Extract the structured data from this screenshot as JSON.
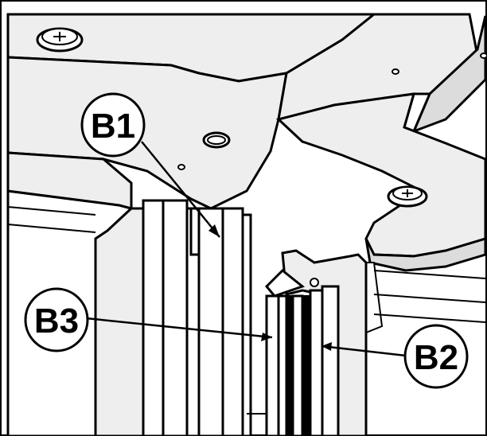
{
  "callouts": {
    "b1": "B1",
    "b2": "B2",
    "b3": "B3"
  },
  "colors": {
    "background": "#ffffff",
    "panel_fill": "#eeeeee",
    "shadow_fill": "#dcdcdc",
    "stroke": "#000000"
  }
}
